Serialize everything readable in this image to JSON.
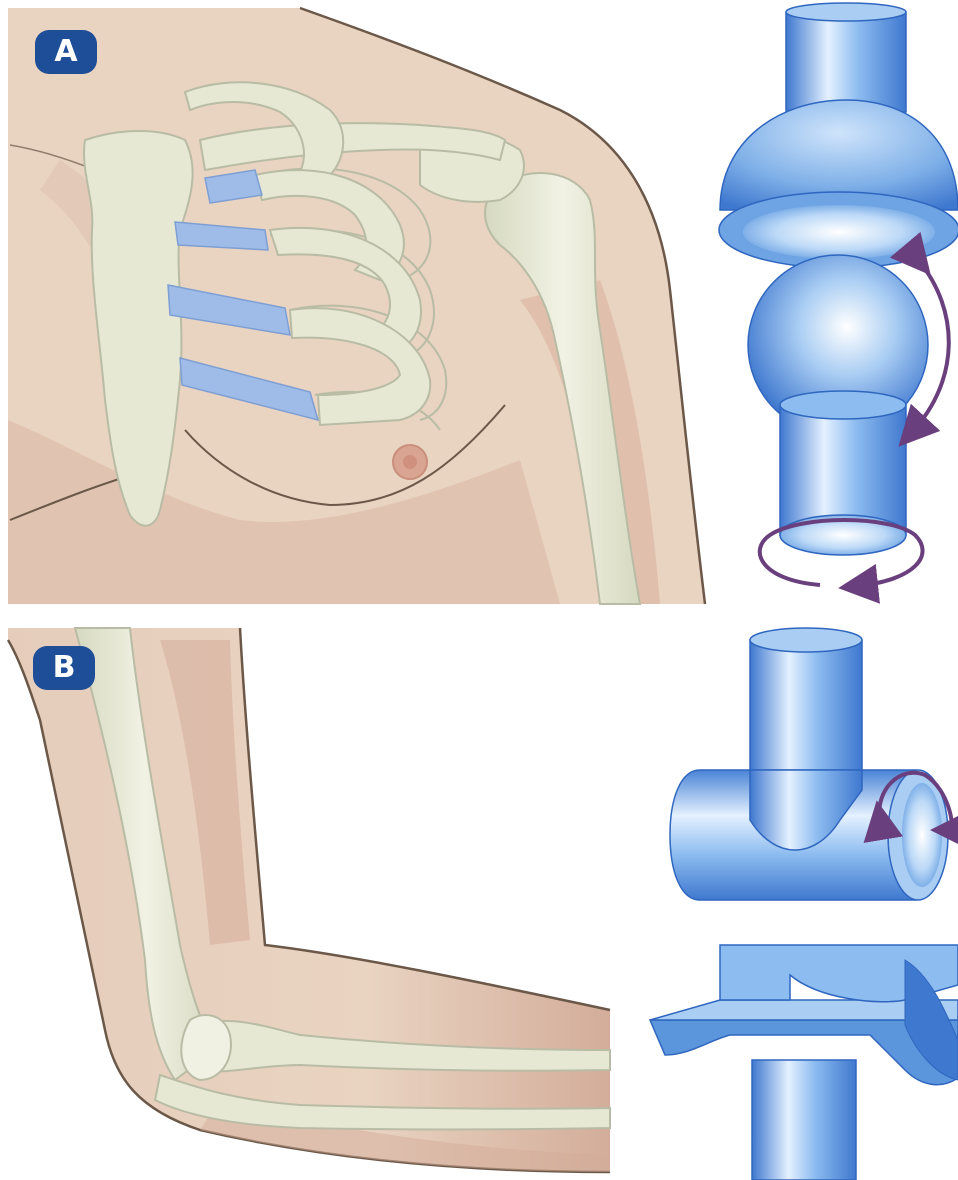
{
  "panels": [
    {
      "label": "A"
    },
    {
      "label": "B"
    }
  ],
  "colors": {
    "background": "#ffffff",
    "skin": "#e9d3c1",
    "skin_shadow": "#d8b4a2",
    "skin_outline": "#6b5848",
    "bone": "#e7e8d4",
    "bone_outline": "#b9bca5",
    "cartilage": "#9fbbe8",
    "joint_model": "#7fb0e8",
    "joint_model_dark": "#3f78cf",
    "joint_model_light": "#e4f1ff",
    "arrow": "#6a3f7e",
    "label_badge": "#1f4e99"
  },
  "icons": [
    "ball-and-socket-joint-model",
    "hinge-joint-model",
    "rotation-arrow"
  ]
}
